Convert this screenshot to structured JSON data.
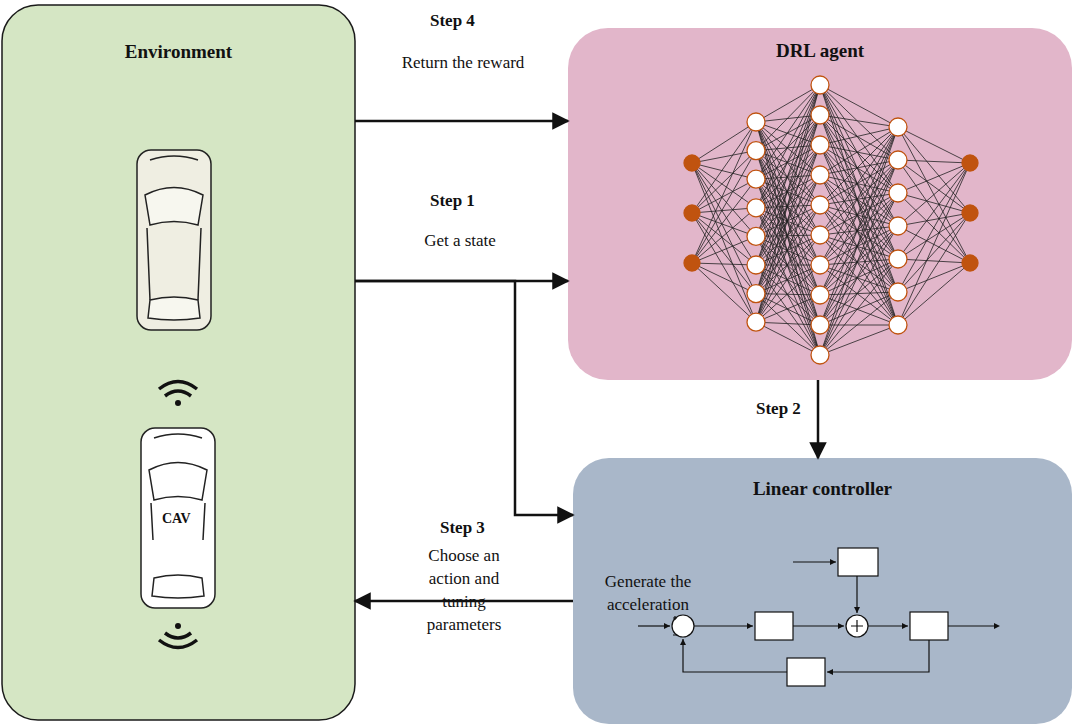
{
  "diagram": {
    "nodes": [
      {
        "text": [
          "Environment"
        ]
      },
      {
        "text": [
          "DRL agent"
        ]
      },
      {
        "text": [
          "Linear controller"
        ]
      }
    ],
    "edges": [
      {
        "from": 0,
        "to": 1,
        "arrow": "to",
        "label": "Return the reward"
      },
      {
        "from": 0,
        "to": 1,
        "arrow": "to",
        "label": "Get a state"
      },
      {
        "from": 0,
        "to": 2,
        "arrow": "to"
      },
      {
        "from": 1,
        "to": 2,
        "arrow": "to",
        "label": "Choose an action and tuning parameters"
      },
      {
        "from": 2,
        "to": 0,
        "arrow": "to",
        "label": "Generate the acceleration"
      }
    ],
    "labels": [
      "Step 4",
      "Step 1",
      "Step 2",
      "Step 3",
      "CAV"
    ]
  }
}
